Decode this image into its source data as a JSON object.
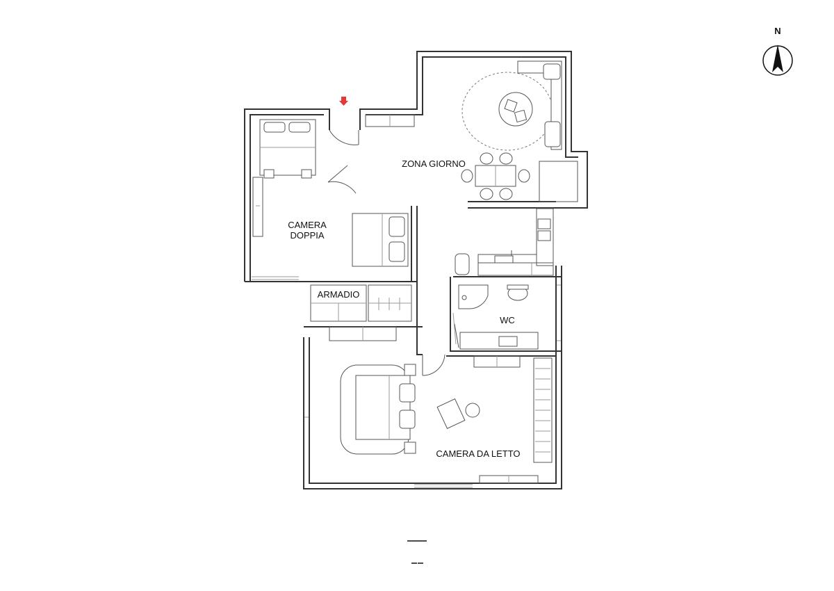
{
  "rooms": {
    "zona_giorno": "ZONA GIORNO",
    "camera_doppia_line1": "CAMERA",
    "camera_doppia_line2": "DOPPIA",
    "armadio": "ARMADIO",
    "wc": "WC",
    "camera_da_letto": "CAMERA DA LETTO"
  },
  "compass": {
    "label": "N"
  },
  "entrance_marker": {
    "icon": "entrance-arrow-icon",
    "color": "#e53935"
  }
}
